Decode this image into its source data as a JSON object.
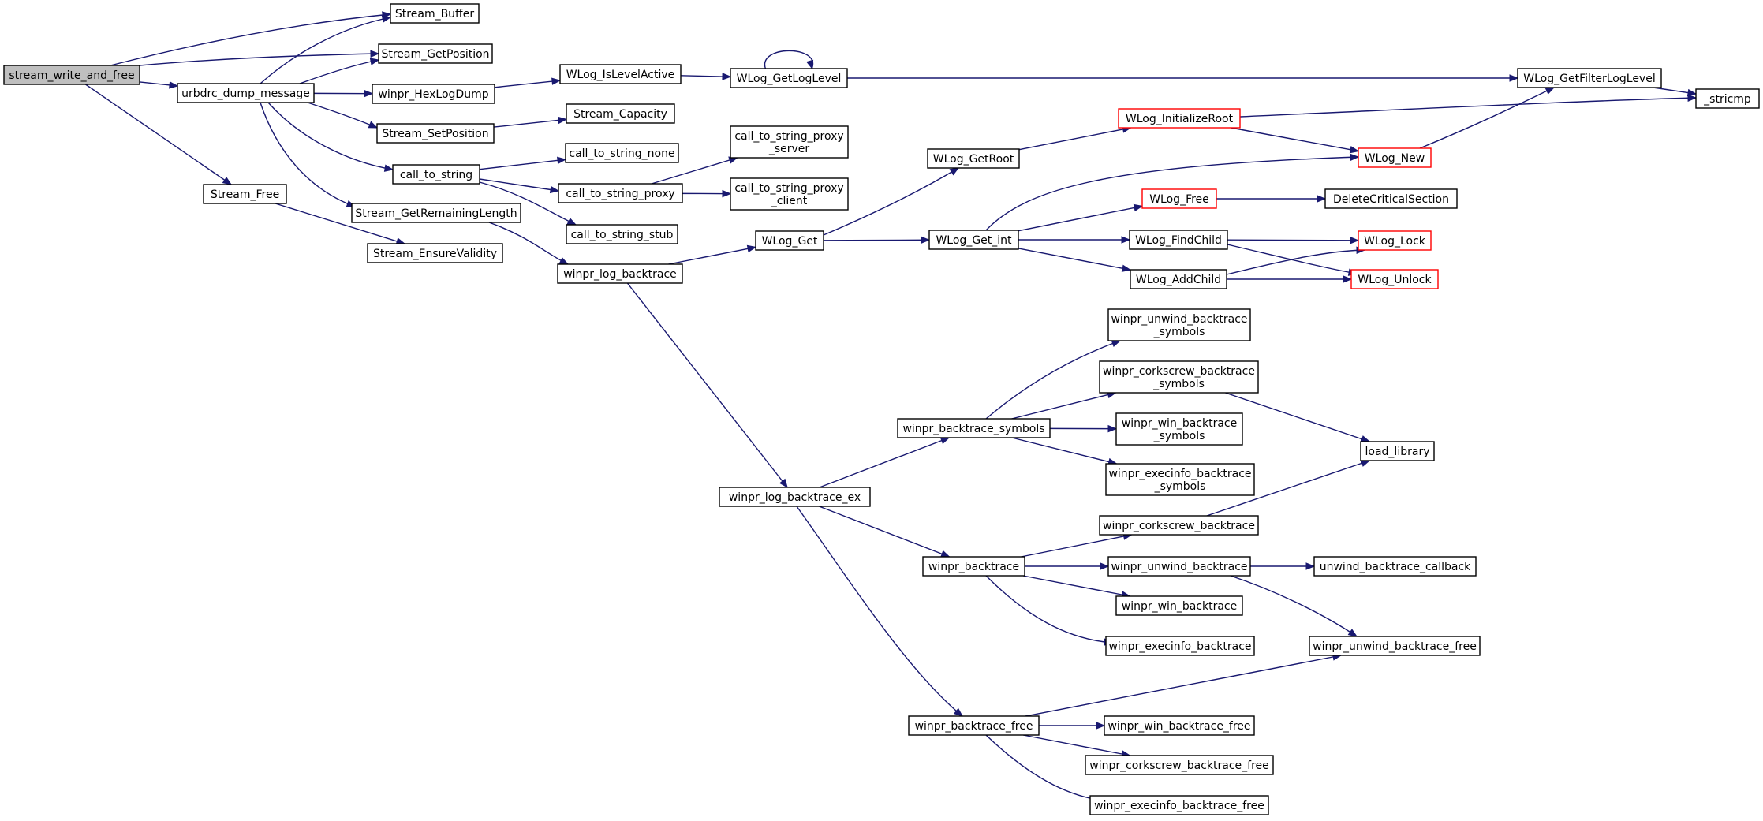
{
  "graph": {
    "title": "",
    "nodes": [
      {
        "id": "stream_write_and_free",
        "lines": [
          "stream_write_and_free"
        ],
        "style": "root"
      },
      {
        "id": "Stream_Buffer",
        "lines": [
          "Stream_Buffer"
        ],
        "style": "normal"
      },
      {
        "id": "Stream_GetPosition",
        "lines": [
          "Stream_GetPosition"
        ],
        "style": "normal"
      },
      {
        "id": "urbdrc_dump_message",
        "lines": [
          "urbdrc_dump_message"
        ],
        "style": "normal"
      },
      {
        "id": "winpr_HexLogDump",
        "lines": [
          "winpr_HexLogDump"
        ],
        "style": "normal"
      },
      {
        "id": "WLog_IsLevelActive",
        "lines": [
          "WLog_IsLevelActive"
        ],
        "style": "normal"
      },
      {
        "id": "WLog_GetLogLevel",
        "lines": [
          "WLog_GetLogLevel"
        ],
        "style": "normal"
      },
      {
        "id": "WLog_GetFilterLogLevel",
        "lines": [
          "WLog_GetFilterLogLevel"
        ],
        "style": "normal"
      },
      {
        "id": "_stricmp",
        "lines": [
          "_stricmp"
        ],
        "style": "normal"
      },
      {
        "id": "Stream_Capacity",
        "lines": [
          "Stream_Capacity"
        ],
        "style": "normal"
      },
      {
        "id": "Stream_SetPosition",
        "lines": [
          "Stream_SetPosition"
        ],
        "style": "normal"
      },
      {
        "id": "call_to_string_proxy_server",
        "lines": [
          "call_to_string_proxy",
          "_server"
        ],
        "style": "normal"
      },
      {
        "id": "WLog_InitializeRoot",
        "lines": [
          "WLog_InitializeRoot"
        ],
        "style": "truncated"
      },
      {
        "id": "WLog_New",
        "lines": [
          "WLog_New"
        ],
        "style": "truncated"
      },
      {
        "id": "WLog_GetRoot",
        "lines": [
          "WLog_GetRoot"
        ],
        "style": "normal"
      },
      {
        "id": "call_to_string_none",
        "lines": [
          "call_to_string_none"
        ],
        "style": "normal"
      },
      {
        "id": "call_to_string",
        "lines": [
          "call_to_string"
        ],
        "style": "normal"
      },
      {
        "id": "call_to_string_proxy",
        "lines": [
          "call_to_string_proxy"
        ],
        "style": "normal"
      },
      {
        "id": "call_to_string_proxy_client",
        "lines": [
          "call_to_string_proxy",
          "_client"
        ],
        "style": "normal"
      },
      {
        "id": "Stream_Free",
        "lines": [
          "Stream_Free"
        ],
        "style": "normal"
      },
      {
        "id": "Stream_GetRemainingLength",
        "lines": [
          "Stream_GetRemainingLength"
        ],
        "style": "normal"
      },
      {
        "id": "WLog_Free",
        "lines": [
          "WLog_Free"
        ],
        "style": "truncated"
      },
      {
        "id": "DeleteCriticalSection",
        "lines": [
          "DeleteCriticalSection"
        ],
        "style": "normal"
      },
      {
        "id": "call_to_string_stub",
        "lines": [
          "call_to_string_stub"
        ],
        "style": "normal"
      },
      {
        "id": "Stream_EnsureValidity",
        "lines": [
          "Stream_EnsureValidity"
        ],
        "style": "normal"
      },
      {
        "id": "WLog_Get",
        "lines": [
          "WLog_Get"
        ],
        "style": "normal"
      },
      {
        "id": "WLog_Get_int",
        "lines": [
          "WLog_Get_int"
        ],
        "style": "normal"
      },
      {
        "id": "WLog_FindChild",
        "lines": [
          "WLog_FindChild"
        ],
        "style": "normal"
      },
      {
        "id": "WLog_Lock",
        "lines": [
          "WLog_Lock"
        ],
        "style": "truncated"
      },
      {
        "id": "winpr_log_backtrace",
        "lines": [
          "winpr_log_backtrace"
        ],
        "style": "normal"
      },
      {
        "id": "WLog_AddChild",
        "lines": [
          "WLog_AddChild"
        ],
        "style": "normal"
      },
      {
        "id": "WLog_Unlock",
        "lines": [
          "WLog_Unlock"
        ],
        "style": "truncated"
      },
      {
        "id": "winpr_unwind_backtrace_symbols",
        "lines": [
          "winpr_unwind_backtrace",
          "_symbols"
        ],
        "style": "normal"
      },
      {
        "id": "winpr_corkscrew_backtrace_symbols",
        "lines": [
          "winpr_corkscrew_backtrace",
          "_symbols"
        ],
        "style": "normal"
      },
      {
        "id": "winpr_backtrace_symbols",
        "lines": [
          "winpr_backtrace_symbols"
        ],
        "style": "normal"
      },
      {
        "id": "winpr_win_backtrace_symbols",
        "lines": [
          "winpr_win_backtrace",
          "_symbols"
        ],
        "style": "normal"
      },
      {
        "id": "load_library",
        "lines": [
          "load_library"
        ],
        "style": "normal"
      },
      {
        "id": "winpr_execinfo_backtrace_symbols",
        "lines": [
          "winpr_execinfo_backtrace",
          "_symbols"
        ],
        "style": "normal"
      },
      {
        "id": "winpr_log_backtrace_ex",
        "lines": [
          "winpr_log_backtrace_ex"
        ],
        "style": "normal"
      },
      {
        "id": "winpr_corkscrew_backtrace",
        "lines": [
          "winpr_corkscrew_backtrace"
        ],
        "style": "normal"
      },
      {
        "id": "winpr_backtrace",
        "lines": [
          "winpr_backtrace"
        ],
        "style": "normal"
      },
      {
        "id": "winpr_unwind_backtrace",
        "lines": [
          "winpr_unwind_backtrace"
        ],
        "style": "normal"
      },
      {
        "id": "unwind_backtrace_callback",
        "lines": [
          "unwind_backtrace_callback"
        ],
        "style": "normal"
      },
      {
        "id": "winpr_win_backtrace",
        "lines": [
          "winpr_win_backtrace"
        ],
        "style": "normal"
      },
      {
        "id": "winpr_execinfo_backtrace",
        "lines": [
          "winpr_execinfo_backtrace"
        ],
        "style": "normal"
      },
      {
        "id": "winpr_unwind_backtrace_free",
        "lines": [
          "winpr_unwind_backtrace_free"
        ],
        "style": "normal"
      },
      {
        "id": "winpr_backtrace_free",
        "lines": [
          "winpr_backtrace_free"
        ],
        "style": "normal"
      },
      {
        "id": "winpr_win_backtrace_free",
        "lines": [
          "winpr_win_backtrace_free"
        ],
        "style": "normal"
      },
      {
        "id": "winpr_corkscrew_backtrace_free",
        "lines": [
          "winpr_corkscrew_backtrace_free"
        ],
        "style": "normal"
      },
      {
        "id": "winpr_execinfo_backtrace_free",
        "lines": [
          "winpr_execinfo_backtrace_free"
        ],
        "style": "normal"
      }
    ],
    "edges": [
      {
        "from": "stream_write_and_free",
        "to": "Stream_Buffer"
      },
      {
        "from": "stream_write_and_free",
        "to": "Stream_GetPosition"
      },
      {
        "from": "stream_write_and_free",
        "to": "urbdrc_dump_message"
      },
      {
        "from": "stream_write_and_free",
        "to": "Stream_Free"
      },
      {
        "from": "urbdrc_dump_message",
        "to": "Stream_Buffer"
      },
      {
        "from": "urbdrc_dump_message",
        "to": "Stream_GetPosition"
      },
      {
        "from": "urbdrc_dump_message",
        "to": "winpr_HexLogDump"
      },
      {
        "from": "urbdrc_dump_message",
        "to": "Stream_SetPosition"
      },
      {
        "from": "urbdrc_dump_message",
        "to": "call_to_string"
      },
      {
        "from": "urbdrc_dump_message",
        "to": "Stream_GetRemainingLength"
      },
      {
        "from": "winpr_HexLogDump",
        "to": "WLog_IsLevelActive"
      },
      {
        "from": "WLog_IsLevelActive",
        "to": "WLog_GetLogLevel"
      },
      {
        "from": "WLog_GetLogLevel",
        "to": "WLog_GetLogLevel"
      },
      {
        "from": "WLog_GetLogLevel",
        "to": "WLog_GetFilterLogLevel"
      },
      {
        "from": "WLog_GetFilterLogLevel",
        "to": "_stricmp"
      },
      {
        "from": "Stream_SetPosition",
        "to": "Stream_Capacity"
      },
      {
        "from": "call_to_string",
        "to": "call_to_string_none"
      },
      {
        "from": "call_to_string",
        "to": "call_to_string_proxy"
      },
      {
        "from": "call_to_string",
        "to": "call_to_string_stub"
      },
      {
        "from": "call_to_string_proxy",
        "to": "call_to_string_proxy_server"
      },
      {
        "from": "call_to_string_proxy",
        "to": "call_to_string_proxy_client"
      },
      {
        "from": "Stream_Free",
        "to": "Stream_EnsureValidity"
      },
      {
        "from": "Stream_GetRemainingLength",
        "to": "winpr_log_backtrace"
      },
      {
        "from": "winpr_log_backtrace",
        "to": "WLog_Get"
      },
      {
        "from": "winpr_log_backtrace",
        "to": "winpr_log_backtrace_ex"
      },
      {
        "from": "WLog_Get",
        "to": "WLog_GetRoot"
      },
      {
        "from": "WLog_Get",
        "to": "WLog_Get_int"
      },
      {
        "from": "WLog_GetRoot",
        "to": "WLog_InitializeRoot"
      },
      {
        "from": "WLog_InitializeRoot",
        "to": "_stricmp"
      },
      {
        "from": "WLog_InitializeRoot",
        "to": "WLog_New"
      },
      {
        "from": "WLog_New",
        "to": "WLog_GetFilterLogLevel"
      },
      {
        "from": "WLog_Get_int",
        "to": "WLog_New"
      },
      {
        "from": "WLog_Get_int",
        "to": "WLog_Free"
      },
      {
        "from": "WLog_Get_int",
        "to": "WLog_FindChild"
      },
      {
        "from": "WLog_Get_int",
        "to": "WLog_AddChild"
      },
      {
        "from": "WLog_Free",
        "to": "DeleteCriticalSection"
      },
      {
        "from": "WLog_FindChild",
        "to": "WLog_Lock"
      },
      {
        "from": "WLog_FindChild",
        "to": "WLog_Unlock"
      },
      {
        "from": "WLog_AddChild",
        "to": "WLog_Lock"
      },
      {
        "from": "WLog_AddChild",
        "to": "WLog_Unlock"
      },
      {
        "from": "winpr_log_backtrace_ex",
        "to": "winpr_backtrace_symbols"
      },
      {
        "from": "winpr_log_backtrace_ex",
        "to": "winpr_backtrace"
      },
      {
        "from": "winpr_log_backtrace_ex",
        "to": "winpr_backtrace_free"
      },
      {
        "from": "winpr_backtrace_symbols",
        "to": "winpr_unwind_backtrace_symbols"
      },
      {
        "from": "winpr_backtrace_symbols",
        "to": "winpr_corkscrew_backtrace_symbols"
      },
      {
        "from": "winpr_backtrace_symbols",
        "to": "winpr_win_backtrace_symbols"
      },
      {
        "from": "winpr_backtrace_symbols",
        "to": "winpr_execinfo_backtrace_symbols"
      },
      {
        "from": "winpr_corkscrew_backtrace_symbols",
        "to": "load_library"
      },
      {
        "from": "winpr_backtrace",
        "to": "winpr_corkscrew_backtrace"
      },
      {
        "from": "winpr_backtrace",
        "to": "winpr_unwind_backtrace"
      },
      {
        "from": "winpr_backtrace",
        "to": "winpr_win_backtrace"
      },
      {
        "from": "winpr_backtrace",
        "to": "winpr_execinfo_backtrace"
      },
      {
        "from": "winpr_corkscrew_backtrace",
        "to": "load_library"
      },
      {
        "from": "winpr_unwind_backtrace",
        "to": "unwind_backtrace_callback"
      },
      {
        "from": "winpr_unwind_backtrace",
        "to": "winpr_unwind_backtrace_free"
      },
      {
        "from": "winpr_backtrace_free",
        "to": "winpr_unwind_backtrace_free"
      },
      {
        "from": "winpr_backtrace_free",
        "to": "winpr_win_backtrace_free"
      },
      {
        "from": "winpr_backtrace_free",
        "to": "winpr_corkscrew_backtrace_free"
      },
      {
        "from": "winpr_backtrace_free",
        "to": "winpr_execinfo_backtrace_free"
      }
    ]
  }
}
